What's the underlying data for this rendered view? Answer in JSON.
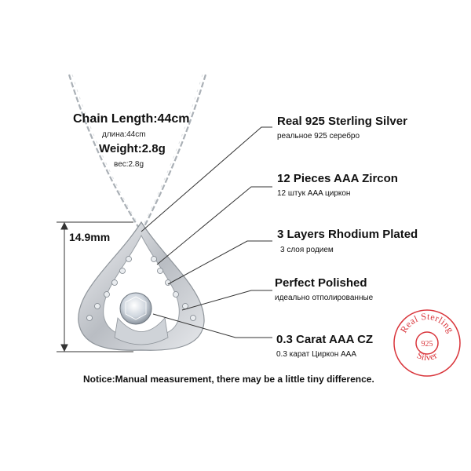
{
  "specs": {
    "chain_length": "Chain Length:44cm",
    "chain_length_ru": "длина:44cm",
    "weight": "Weight:2.8g",
    "weight_ru": "вес:2.8g",
    "height": "14.9mm"
  },
  "features": [
    {
      "title": "Real 925 Sterling Silver",
      "subtitle": "реальное 925 серебро"
    },
    {
      "title": "12 Pieces AAA Zircon",
      "subtitle": "12 штук AAA циркон"
    },
    {
      "title": "3 Layers Rhodium Plated",
      "subtitle": "3 слоя родием"
    },
    {
      "title": "Perfect Polished",
      "subtitle": "идеально отполированные"
    },
    {
      "title": "0.3 Carat AAA CZ",
      "subtitle": "0.3 карат Циркон AAA"
    }
  ],
  "notice": "Notice:Manual measurement, there may be a little tiny difference.",
  "seal": {
    "top": "Real Sterling",
    "number": "925",
    "bottom": "Silver",
    "color": "#d9353b"
  },
  "colors": {
    "silver": "#bfc3c8",
    "line": "#222222",
    "seal": "#d9353b"
  }
}
